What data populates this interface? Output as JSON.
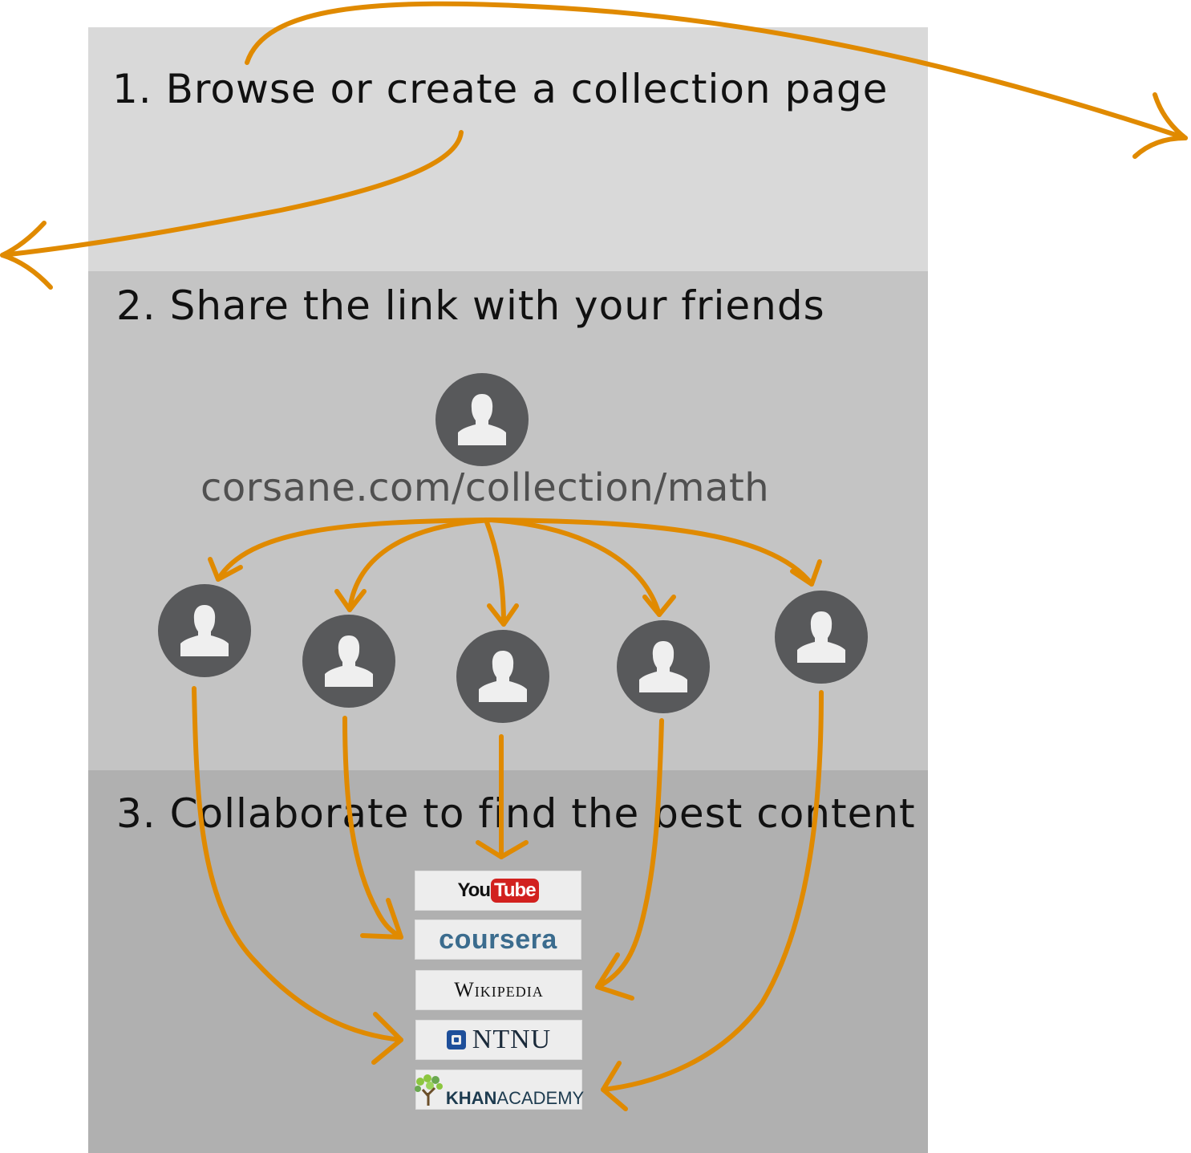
{
  "steps": [
    {
      "title": "1. Browse or create a collection page"
    },
    {
      "title": "2. Share the link with your friends"
    },
    {
      "title": "3. Collaborate to find the best content"
    }
  ],
  "link_text": "corsane.com/collection/math",
  "sources": {
    "youtube": {
      "you": "You",
      "tube": "Tube"
    },
    "coursera": "coursera",
    "wikipedia": "Wikipedia",
    "ntnu": "NTNU",
    "khan": {
      "bold": "KHAN",
      "rest": "ACADEMY"
    }
  },
  "colors": {
    "arrow": "#e08a00",
    "avatar": "#58595b",
    "avatar_figure": "#efefef",
    "panel_1": "#d9d9d9",
    "panel_2": "#c4c4c4",
    "panel_3": "#b0b0b0"
  },
  "icons": [
    "user-icon",
    "ntnu-logo-icon",
    "khan-tree-icon"
  ]
}
